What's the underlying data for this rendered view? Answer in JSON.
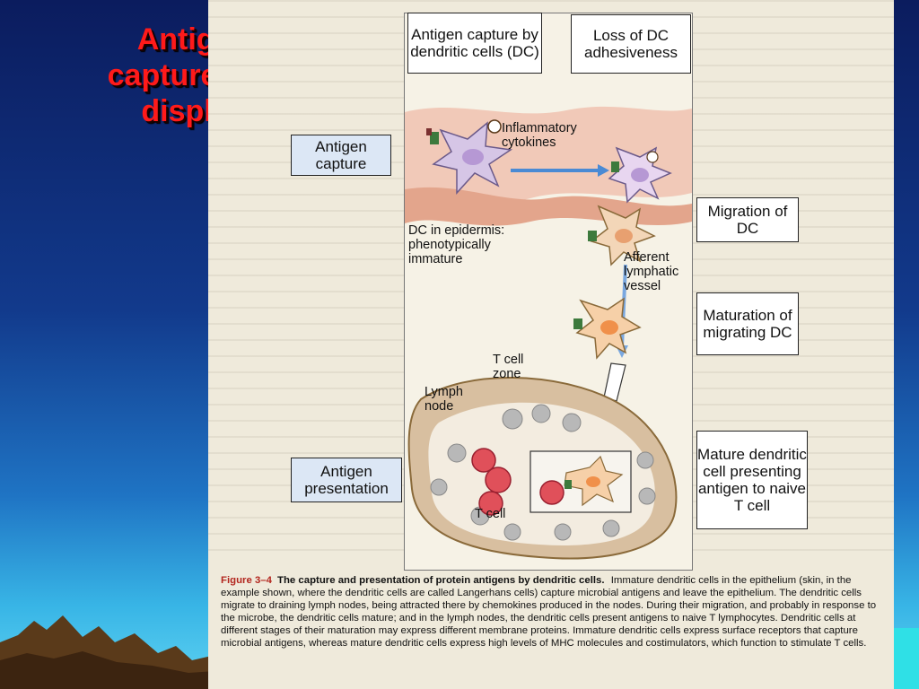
{
  "slide": {
    "title_lines": [
      "Antigen",
      "capture and",
      "display"
    ],
    "colors": {
      "title": "#ff1a1a",
      "bg_top": "#0b1c5e",
      "bg_bottom": "#5fd3f2"
    }
  },
  "figure": {
    "boxes": {
      "capture_by_dc": "Antigen capture by dendritic cells (DC)",
      "loss_adhesiveness": "Loss of DC adhesiveness",
      "antigen_capture": "Antigen capture",
      "migration": "Migration of DC",
      "maturation": "Maturation of migrating DC",
      "antigen_presentation": "Antigen presentation",
      "mature_dc": "Mature dendritic cell presenting antigen to naive T cell"
    },
    "labels": {
      "inflammatory": "Inflammatory cytokines",
      "dc_epidermis": "DC in epidermis: phenotypically immature",
      "afferent": "Afferent lymphatic vessel",
      "t_cell_zone": "T cell zone",
      "lymph_node": "Lymph node",
      "t_cell": "T cell"
    },
    "caption": {
      "number": "Figure 3–4",
      "title": "The capture and presentation of protein antigens by dendritic cells.",
      "text": "Immature dendritic cells in the epithelium (skin, in the example shown, where the dendritic cells are called Langerhans cells) capture microbial antigens and leave the epithelium. The dendritic cells migrate to draining lymph nodes, being attracted there by chemokines produced in the nodes. During their migration, and probably in response to the microbe, the dendritic cells mature; and in the lymph nodes, the dendritic cells present antigens to naive T lymphocytes. Dendritic cells at different stages of their maturation may express different membrane proteins. Immature dendritic cells express surface receptors that capture microbial antigens, whereas mature dendritic cells express high levels of MHC molecules and costimulators, which function to stimulate T cells."
    }
  }
}
